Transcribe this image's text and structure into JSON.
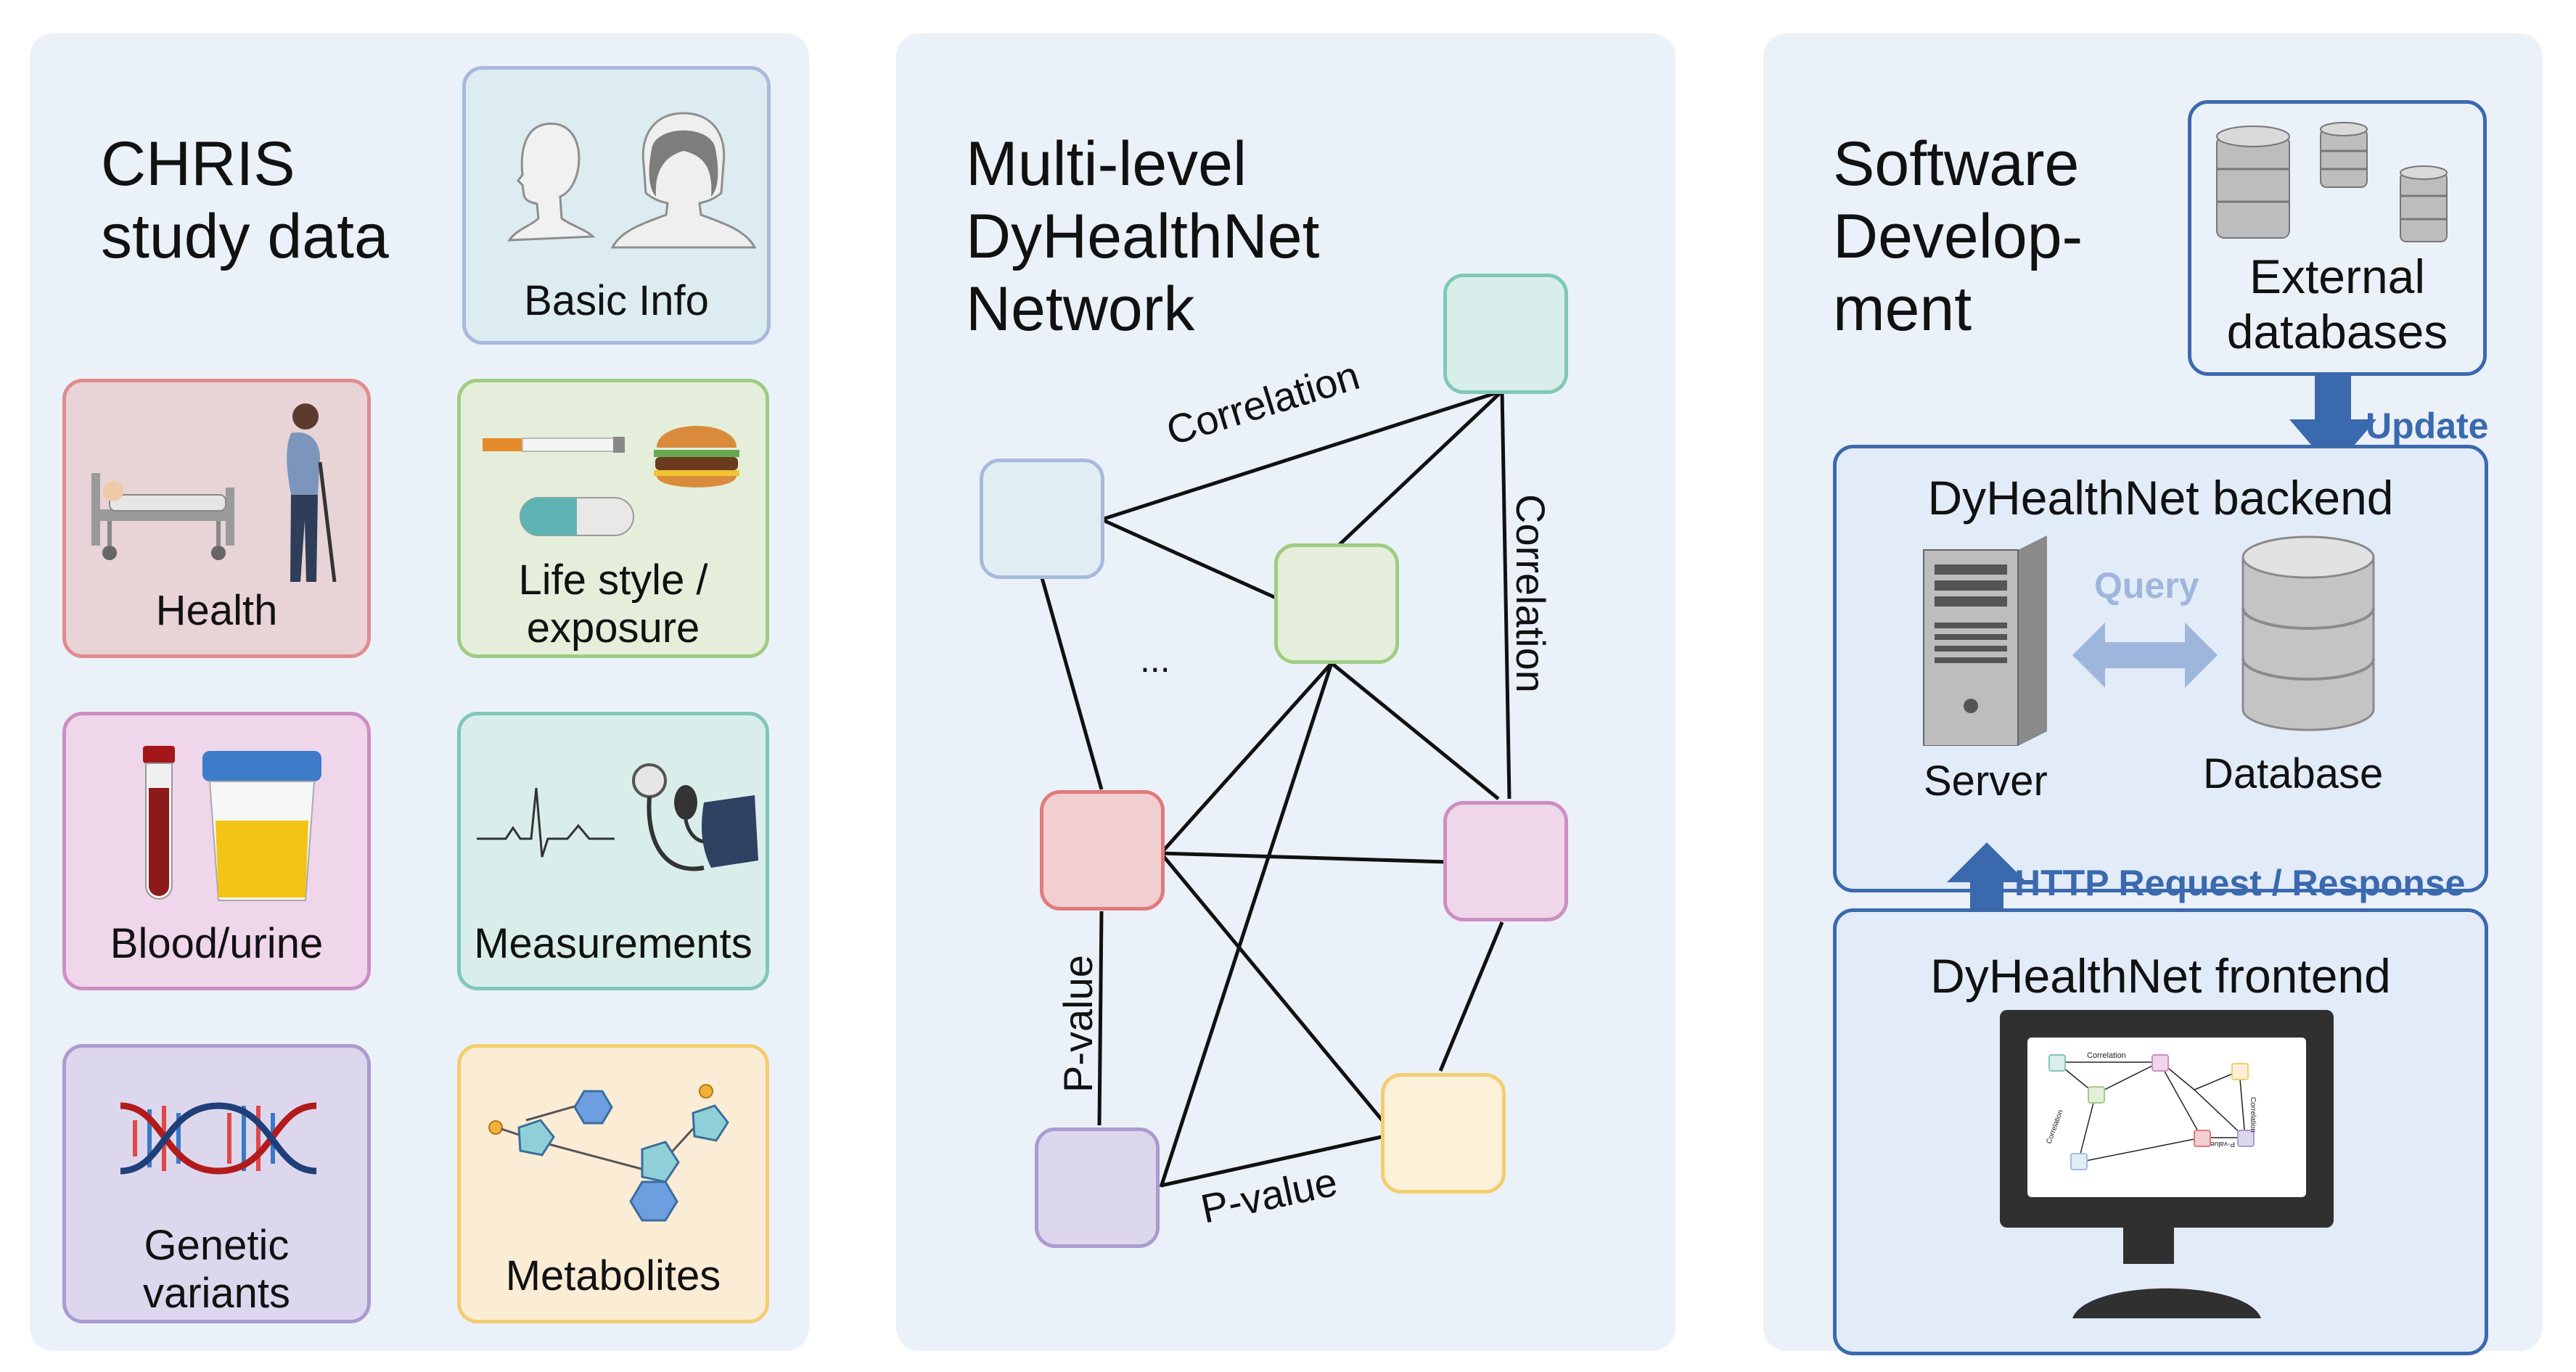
{
  "panel1": {
    "title": "CHRIS\nstudy data",
    "cards": {
      "basic_info": "Basic Info",
      "health": "Health",
      "lifestyle": "Life style /\nexposure",
      "blood_urine": "Blood/urine",
      "measurements": "Measurements",
      "genetic": "Genetic\nvariants",
      "metabolites": "Metabolites"
    }
  },
  "panel2": {
    "title": "Multi-level\nDyHealthNet\nNetwork",
    "edge_labels": {
      "correlation_top": "Correlation",
      "correlation_right": "Correlation",
      "pvalue_left": "P-value",
      "pvalue_bottom": "P-value",
      "ellipsis": "..."
    }
  },
  "panel3": {
    "title": "Software\nDevelop-\nment",
    "external": "External\ndatabases",
    "update": "Update",
    "backend_title": "DyHealthNet backend",
    "query": "Query",
    "server": "Server",
    "database": "Database",
    "http": "HTTP Request / Response",
    "frontend_title": "DyHealthNet frontend",
    "screen_labels": {
      "correlation_top": "Correlation",
      "correlation_left": "Correlation",
      "correlation_right": "Correlation",
      "pvalue": "P-value"
    }
  },
  "colors": {
    "panel_bg": "#ebf1f9",
    "accent_blue": "#3b69ae",
    "query_arrow": "#9fb6dc",
    "card_basic": "#dcecf1",
    "card_health": "#e8d3d6",
    "card_lifestyle": "#e4eedb",
    "card_blood": "#efd6ea",
    "card_measure": "#d9eeeb",
    "card_genetic": "#ddd7ee",
    "card_metab": "#fbecd6"
  },
  "icons": [
    "head-profile-icon",
    "woman-icon",
    "hospital-bed-icon",
    "elderly-person-icon",
    "cigarette-icon",
    "burger-icon",
    "pill-icon",
    "blood-tube-icon",
    "urine-cup-icon",
    "ecg-icon",
    "blood-pressure-cuff-icon",
    "dna-icon",
    "molecule-icon",
    "database-icon",
    "server-icon",
    "monitor-icon"
  ]
}
